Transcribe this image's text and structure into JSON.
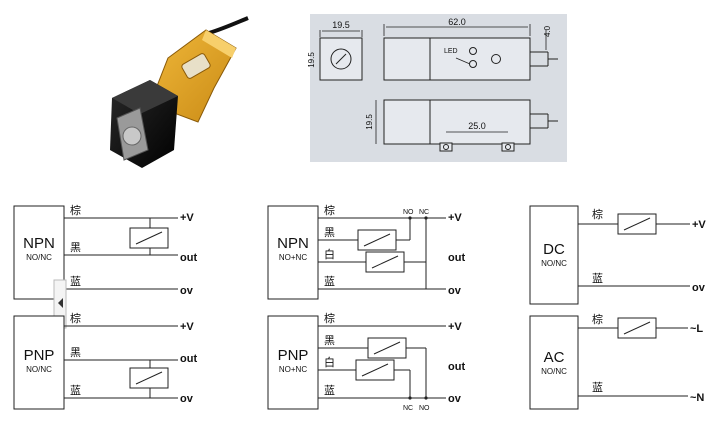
{
  "dims": {
    "width_label": "19.5",
    "length_label": "62.0",
    "height_label": "19.5",
    "small_label": "4.0",
    "hole_spacing_label": "25.0",
    "led_label": "LED"
  },
  "wires": {
    "brown": "棕",
    "black": "黑",
    "white": "白",
    "blue": "蓝"
  },
  "terminals": {
    "plus_v": "+V",
    "out": "out",
    "ov": "ov",
    "l": "~L",
    "n": "~N"
  },
  "contacts": {
    "no": "NO",
    "nc": "NC"
  },
  "blocks": {
    "npn1": {
      "title": "NPN",
      "sub": "NO/NC"
    },
    "pnp1": {
      "title": "PNP",
      "sub": "NO/NC"
    },
    "npn2": {
      "title": "NPN",
      "sub": "NO+NC"
    },
    "pnp2": {
      "title": "PNP",
      "sub": "NO+NC"
    },
    "dc": {
      "title": "DC",
      "sub": "NO/NC"
    },
    "ac": {
      "title": "AC",
      "sub": "NO/NC"
    }
  },
  "colors": {
    "sensor_body": "#e0a020",
    "sensor_head": "#1a1a1a",
    "drawing_bg": "#d9dde3",
    "line": "#222222"
  }
}
